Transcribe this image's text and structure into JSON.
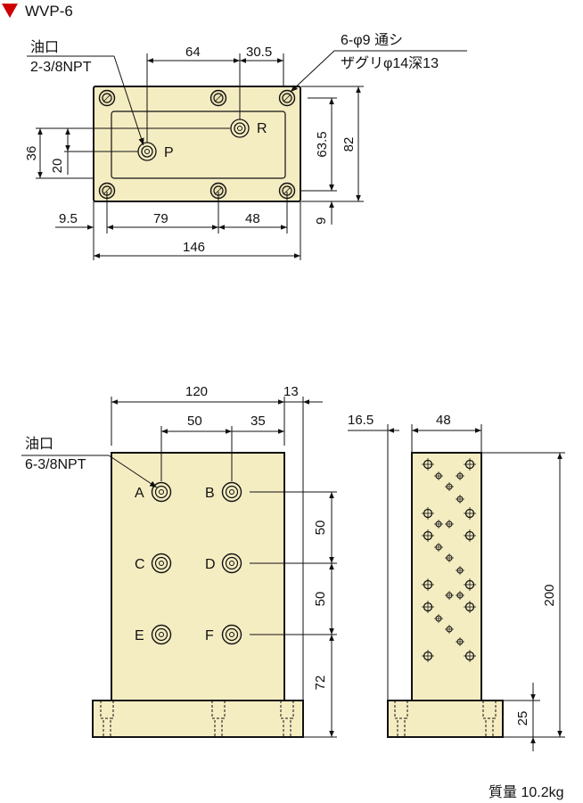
{
  "title": "WVP-6",
  "mass": "質量 10.2kg",
  "top_view": {
    "oil_port_title": "油口",
    "oil_port_spec": "2-3/8NPT",
    "hole_note_1": "6-φ9 通シ",
    "hole_note_2": "ザグリφ14深13",
    "port_p": "P",
    "port_r": "R",
    "dims": {
      "d64": "64",
      "d30_5": "30.5",
      "d36": "36",
      "d20": "20",
      "d63_5": "63.5",
      "d82": "82",
      "d9_5": "9.5",
      "d79": "79",
      "d48": "48",
      "d9": "9",
      "d146": "146"
    }
  },
  "front_view": {
    "oil_port_title": "油口",
    "oil_port_spec": "6-3/8NPT",
    "ports": [
      "A",
      "B",
      "C",
      "D",
      "E",
      "F"
    ],
    "dims": {
      "d120": "120",
      "d13": "13",
      "d50_h": "50",
      "d35": "35",
      "d50_v1": "50",
      "d50_v2": "50",
      "d72": "72"
    }
  },
  "side_view": {
    "dims": {
      "d16_5": "16.5",
      "d48": "48",
      "d200": "200",
      "d25": "25"
    }
  },
  "colors": {
    "part_fill": "#f5edc2",
    "marker": "#cc0000",
    "line": "#111111"
  }
}
